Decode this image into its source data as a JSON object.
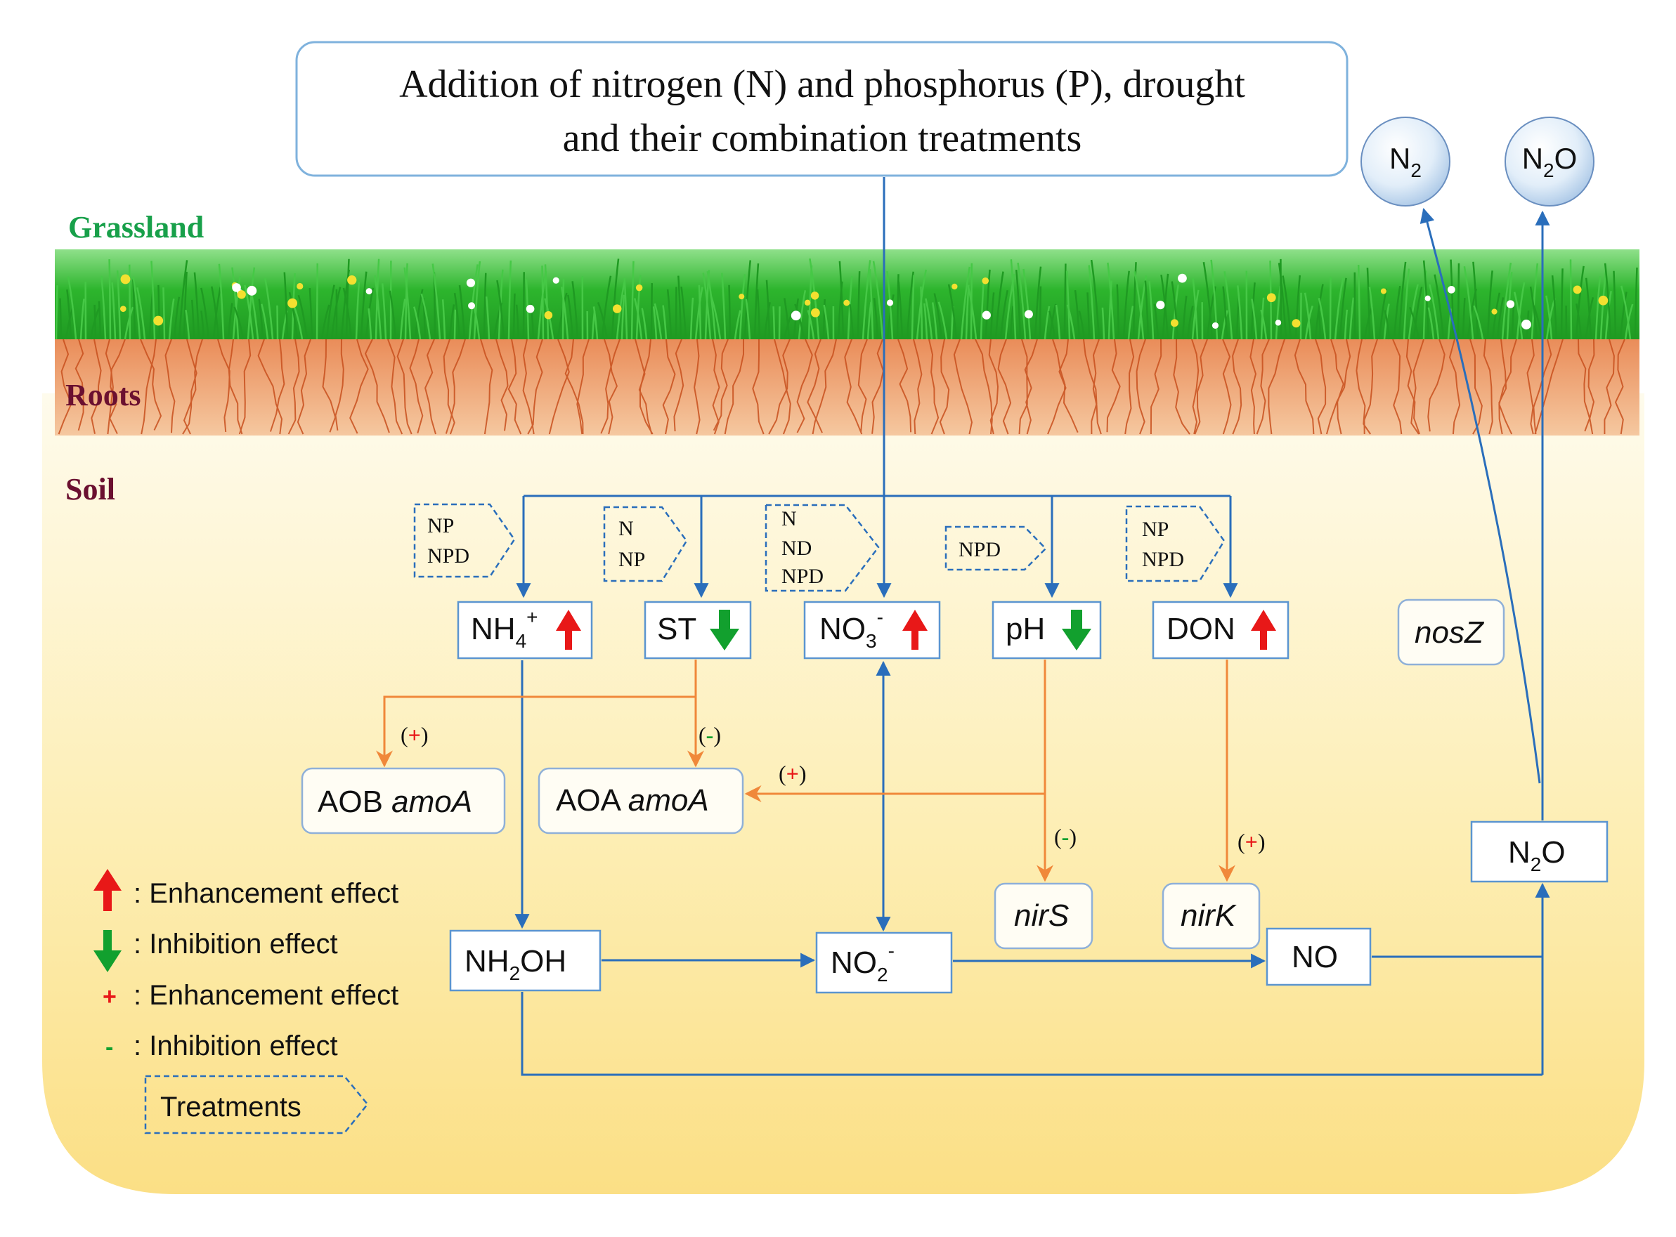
{
  "title_box": {
    "line1": "Addition of nitrogen (N) and phosphorus (P), drought",
    "line2": "and their combination treatments"
  },
  "layers": {
    "grassland": "Grassland",
    "roots": "Roots",
    "soil": "Soil"
  },
  "gases": {
    "n2": {
      "main": "N",
      "sub": "2",
      "tail": ""
    },
    "n2o": {
      "main": "N",
      "sub": "2",
      "tail": "O"
    }
  },
  "treatments": {
    "nh4": [
      "NP",
      "NPD"
    ],
    "st": [
      "N",
      "NP"
    ],
    "no3": [
      "N",
      "ND",
      "NPD"
    ],
    "ph": [
      "NPD"
    ],
    "don": [
      "NP",
      "NPD"
    ]
  },
  "factors": {
    "nh4": {
      "main": "NH",
      "sub": "4",
      "sup": "+",
      "effect": "up"
    },
    "st": {
      "main": "ST",
      "effect": "down"
    },
    "no3": {
      "main": "NO",
      "sub": "3",
      "sup": "-",
      "effect": "up"
    },
    "ph": {
      "main": "pH",
      "effect": "down"
    },
    "don": {
      "main": "DON",
      "effect": "up"
    }
  },
  "genes": {
    "aob": {
      "prefix": "AOB ",
      "name": "amoA"
    },
    "aoa": {
      "prefix": "AOA ",
      "name": "amoA"
    },
    "nirs": {
      "name": "nirS"
    },
    "nirk": {
      "name": "nirK"
    },
    "nosz": {
      "name": "nosZ"
    }
  },
  "compounds": {
    "nh2oh": {
      "a": "NH",
      "sub": "2",
      "b": "OH"
    },
    "no2": {
      "a": "NO",
      "sub": "2",
      "sup": "-"
    },
    "no": {
      "a": "NO"
    },
    "n2o": {
      "a": "N",
      "sub": "2",
      "b": "O"
    }
  },
  "effect_labels": {
    "aob": {
      "open": "(",
      "sign": "+",
      "close": ")"
    },
    "aoa_st": {
      "open": "(",
      "sign": "-",
      "close": ")"
    },
    "aoa_ph": {
      "open": "(",
      "sign": "+",
      "close": ")"
    },
    "nirs": {
      "open": "(",
      "sign": "-",
      "close": ")"
    },
    "nirk": {
      "open": "(",
      "sign": "+",
      "close": ")"
    }
  },
  "legend": {
    "up": ": Enhancement effect",
    "down": ": Inhibition effect",
    "plus_sign": "+",
    "plus": ": Enhancement effect",
    "minus_sign": "-",
    "minus": ": Inhibition effect",
    "treatments": "Treatments"
  },
  "colors": {
    "blue": "#2a6ebb",
    "orange": "#f0883a",
    "red": "#e81818",
    "green": "#12a02e",
    "grass": "#2db52d",
    "root": "#c8501e",
    "soil_top": "#fdf6d6",
    "soil_bottom": "#fbe08a",
    "grassland_label": "#18a04a",
    "soil_label": "#6b1030",
    "gene_border": "#8fb0d8",
    "factor_border": "#5b95d0"
  }
}
